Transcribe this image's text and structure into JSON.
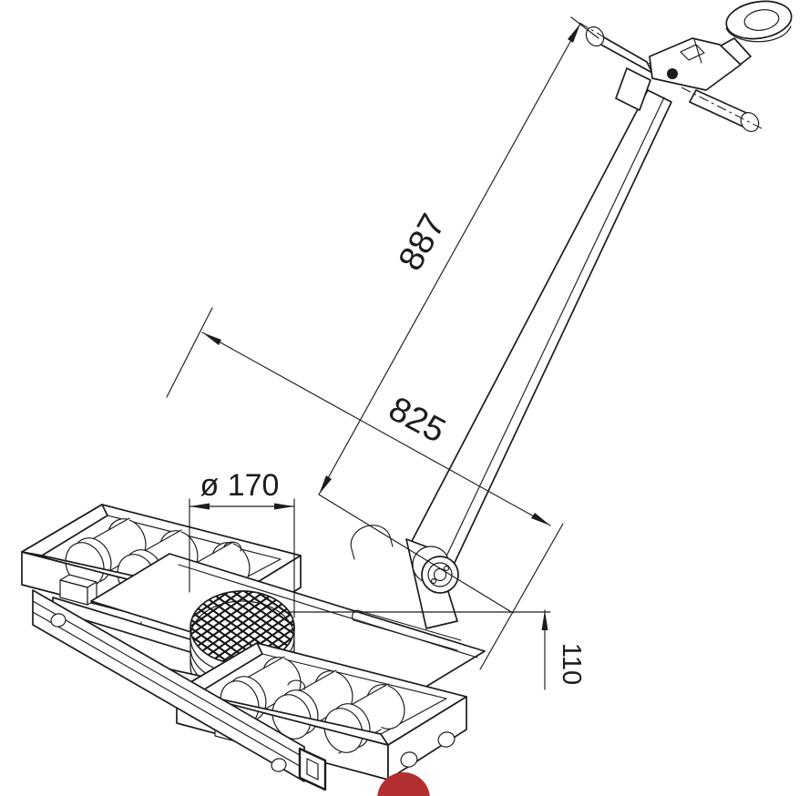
{
  "dimensions": {
    "handle_length": "887",
    "diagonal": "825",
    "pad_diameter": "ø 170",
    "height": "110"
  },
  "colors": {
    "line": "#1c1c1c",
    "marker": "#b23130",
    "background": "#ffffff"
  }
}
